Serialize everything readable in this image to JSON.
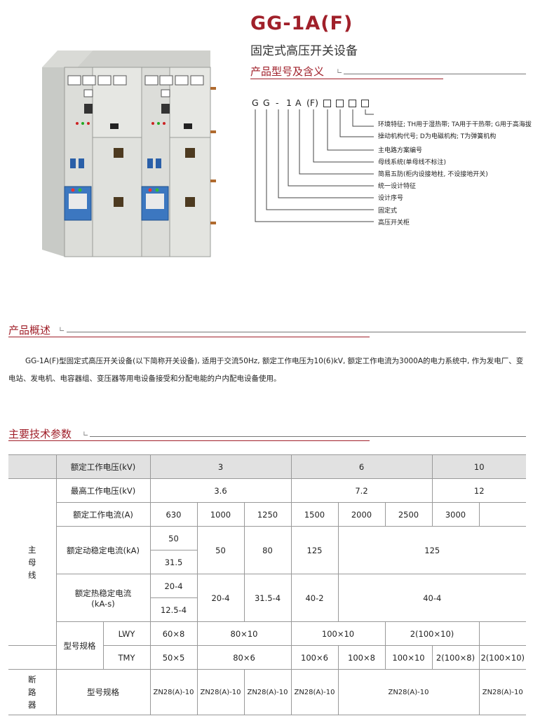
{
  "product": {
    "title": "GG-1A(F)",
    "subtitle": "固定式高压开关设备"
  },
  "sections": {
    "model_meaning": "产品型号及含义",
    "overview": "产品概述",
    "tech_params": "主要技术参数"
  },
  "model_code": {
    "chars": [
      "G",
      "G",
      "-",
      "1",
      "A",
      "(F)"
    ],
    "boxes": 4,
    "descriptions": [
      "环境特征; TH用于湿热带; TA用于干热带; G用于高海拔",
      "操动机构代号; D为电磁机构; T为弹簧机构",
      "主电路方案编号",
      "母线系统(单母线不标注)",
      "简易五防(柜内设接地柱, 不设接地开关)",
      "统一设计特征",
      "设计序号",
      "固定式",
      "高压开关柜"
    ]
  },
  "overview_text": "GG-1A(F)型固定式高压开关设备(以下简称开关设备), 适用于交流50Hz, 额定工作电压为10(6)kV, 额定工作电流为3000A的电力系统中, 作为发电厂、变电站、发电机、电容器组、变压器等用电设备接受和分配电能的户内配电设备使用。",
  "table": {
    "header": {
      "label": "额定工作电压(kV)",
      "v1": "3",
      "v2": "6",
      "v3": "10"
    },
    "group_main": "主母线",
    "group_breaker": "断路器",
    "max_voltage": {
      "label": "最高工作电压(kV)",
      "v1": "3.6",
      "v2": "7.2",
      "v3": "12"
    },
    "rated_current": {
      "label": "额定工作电流(A)",
      "values": [
        "630",
        "1000",
        "1250",
        "1500",
        "2000",
        "2500",
        "3000"
      ]
    },
    "dynamic": {
      "label": "额定动稳定电流(kA)",
      "a": "50",
      "b": "31.5",
      "c": "50",
      "d": "80",
      "e": "125",
      "f": "125"
    },
    "thermal": {
      "label1": "额定热稳定电流",
      "label2": "(kA-s)",
      "a": "20-4",
      "b": "12.5-4",
      "c": "20-4",
      "d": "31.5-4",
      "e": "40-2",
      "f": "40-4"
    },
    "model_spec": {
      "label": "型号规格",
      "lwy": {
        "label": "LWY",
        "a": "60×8",
        "b": "80×10",
        "c": "100×10",
        "d": "2(100×10)"
      },
      "tmy": {
        "label": "TMY",
        "a": "50×5",
        "b": "80×6",
        "c": "100×6",
        "d": "100×8",
        "e": "100×10",
        "f": "2(100×8)",
        "g": "2(100×10)"
      }
    },
    "breaker": {
      "label": "型号规格",
      "values": [
        "ZN28(A)-10",
        "ZN28(A)-10",
        "ZN28(A)-10",
        "ZN28(A)-10",
        "ZN28(A)-10",
        "ZN28(A)-10"
      ]
    }
  },
  "colors": {
    "accent": "#a0202a",
    "table_header": "#e1e1e1"
  }
}
